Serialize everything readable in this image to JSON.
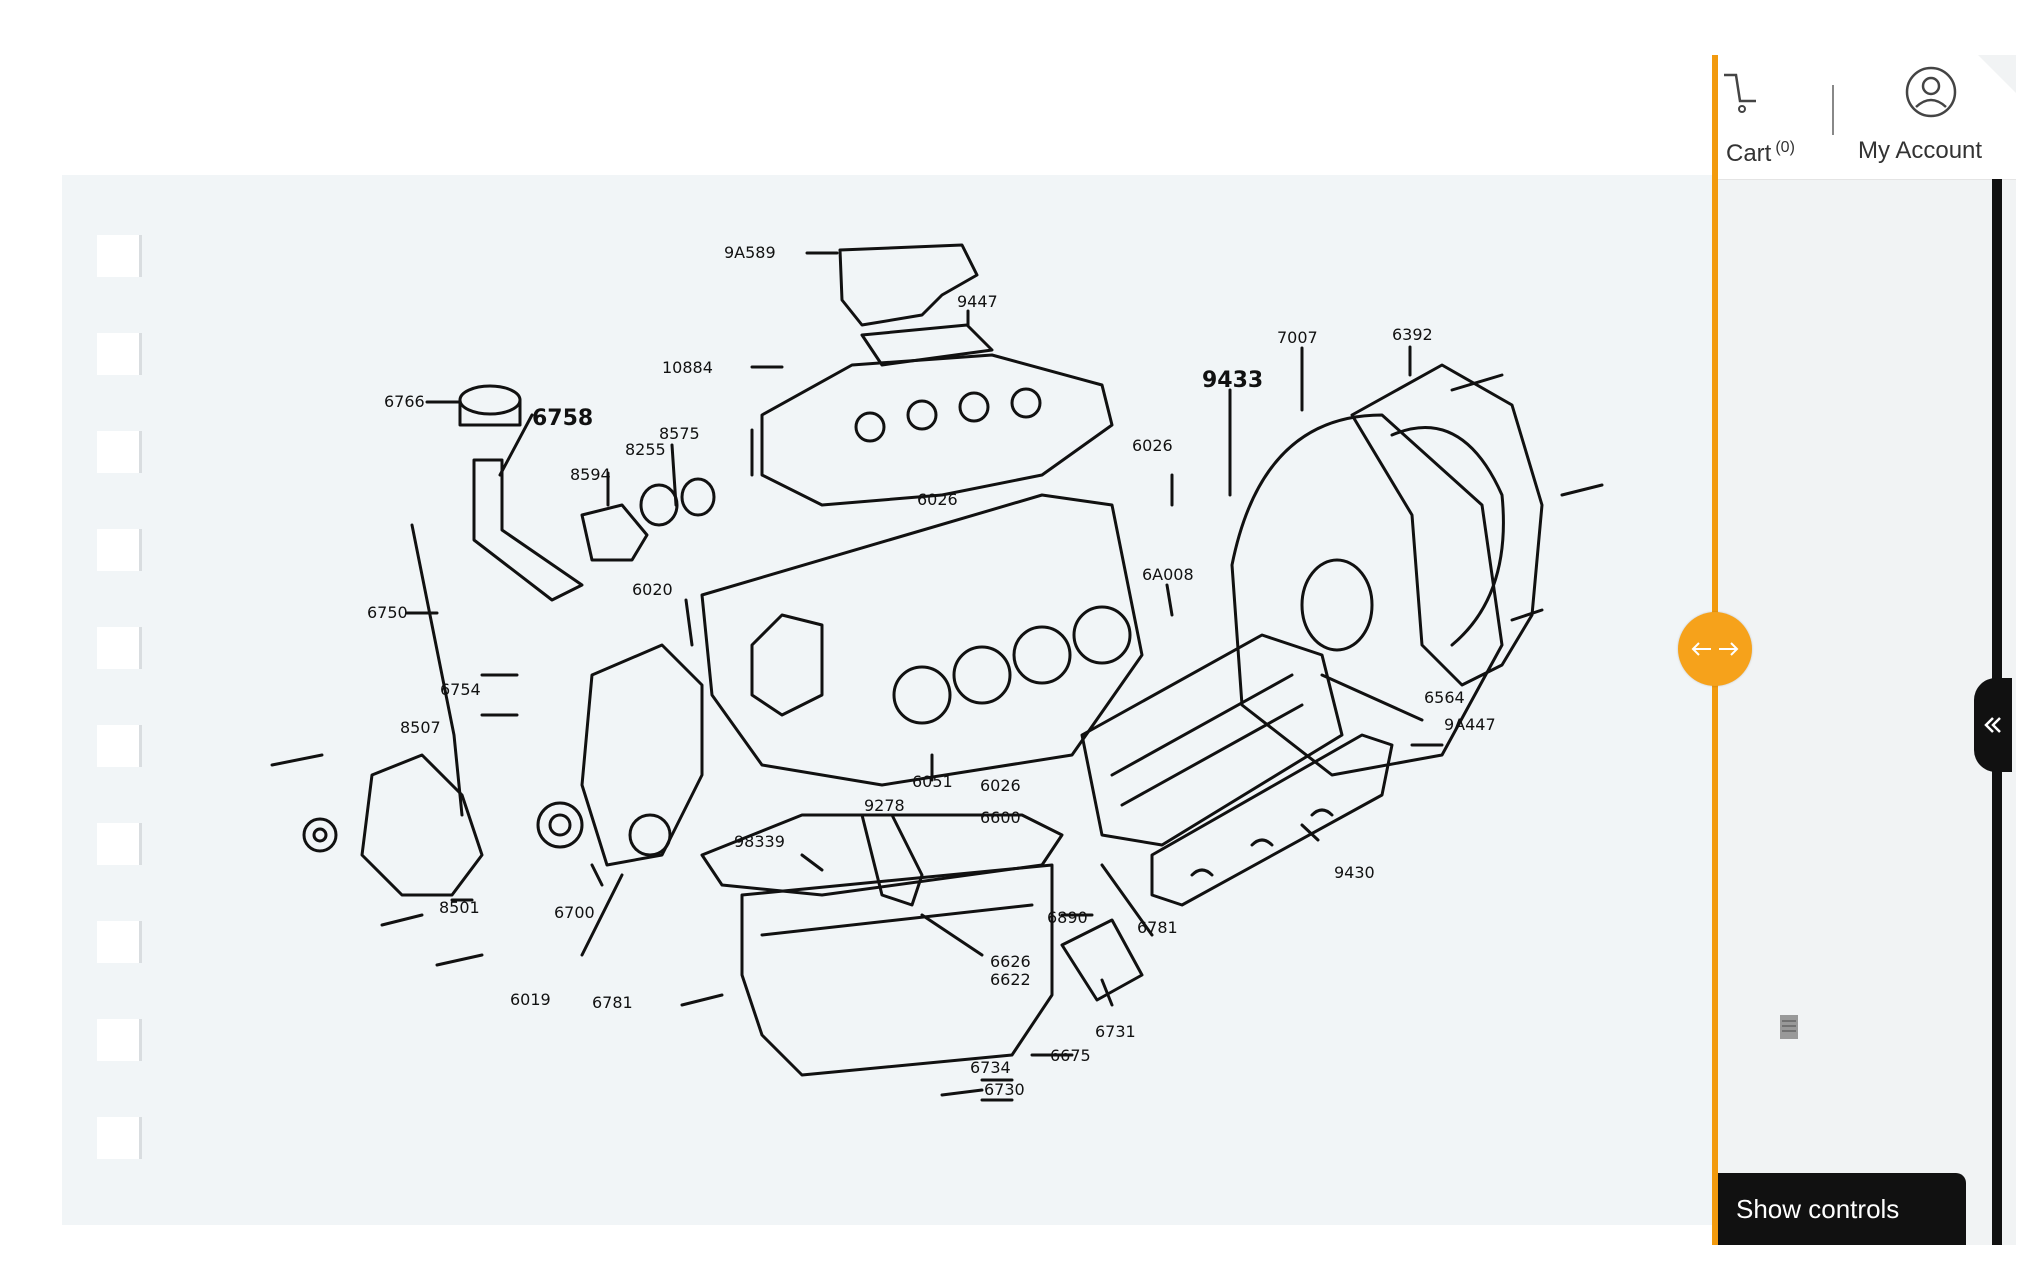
{
  "diagram": {
    "callouts": {
      "9A589": "9A589",
      "9447": "9447",
      "10884": "10884",
      "7007": "7007",
      "6392": "6392",
      "9433": "9433",
      "6766": "6766",
      "6758": "6758",
      "8575": "8575",
      "8255": "8255",
      "8594": "8594",
      "6026_top": "6026",
      "6026_mid": "6026",
      "6026_low": "6026",
      "6A008": "6A008",
      "6020": "6020",
      "6750": "6750",
      "6754": "6754",
      "8507": "8507",
      "6564": "6564",
      "9A447": "9A447",
      "6051": "6051",
      "9278": "9278",
      "6600": "6600",
      "98339": "98339",
      "9430": "9430",
      "6890": "6890",
      "6781_right": "6781",
      "6626": "6626",
      "6622": "6622",
      "6700": "6700",
      "8501": "8501",
      "6019": "6019",
      "6781_left": "6781",
      "6731": "6731",
      "6675": "6675",
      "6734": "6734",
      "6730": "6730"
    }
  },
  "header": {
    "cart_label": "Cart",
    "cart_count": "(0)",
    "account_label": "My Account"
  },
  "panel": {
    "show_controls_label": "Show controls"
  },
  "icons": {
    "cart": "cart-icon",
    "account": "user-circle-icon",
    "collapse": "double-chevron-left-icon",
    "divider": "left-right-arrows-icon"
  },
  "colors": {
    "accent": "#f29a0e",
    "handle": "#f6a21b",
    "sheet": "#f1f5f7",
    "dark": "#111111"
  }
}
